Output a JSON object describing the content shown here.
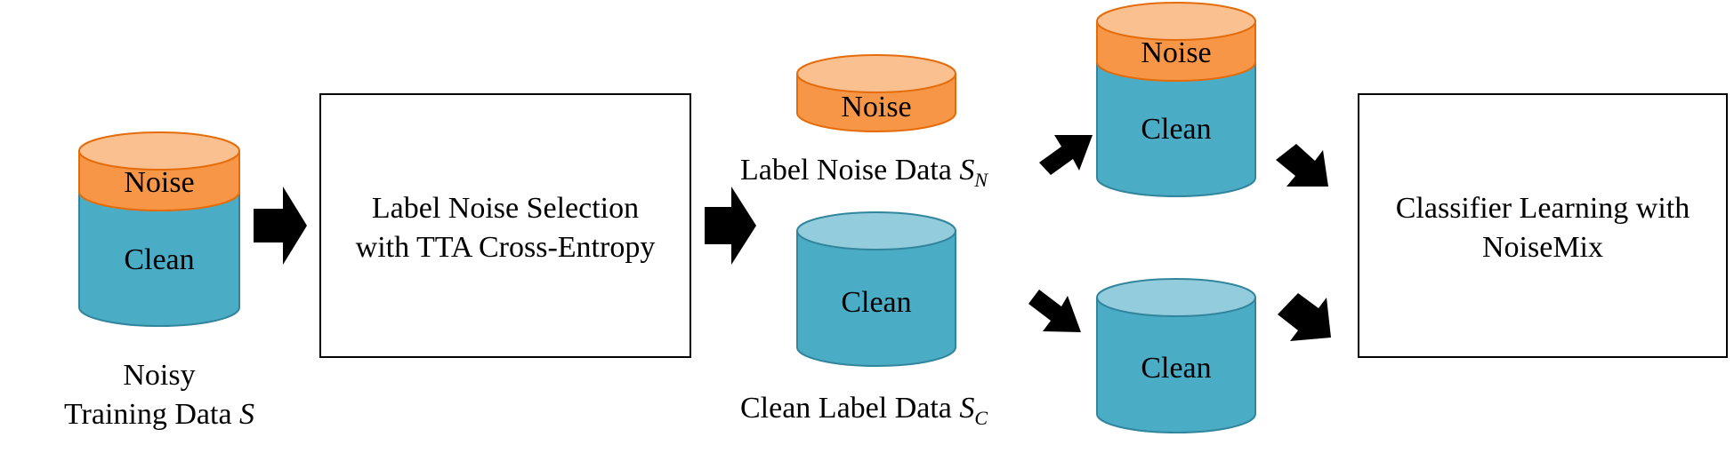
{
  "colors": {
    "noise_fill": "#F79646",
    "noise_top": "#FAC090",
    "noise_stroke": "#E46C0A",
    "clean_fill": "#4BACC6",
    "clean_top": "#93CDDD",
    "clean_stroke": "#31859C",
    "arrow": "#000000",
    "box_stroke": "#000000"
  },
  "cylinder_labels": {
    "noise": "Noise",
    "clean": "Clean"
  },
  "left": {
    "caption_line1": "Noisy",
    "caption_line2_prefix": "Training Data ",
    "caption_line2_symbol": "S"
  },
  "selection_box": {
    "line1": "Label Noise Selection",
    "line2": "with TTA Cross-Entropy"
  },
  "noise_data": {
    "caption_prefix": "Label Noise Data ",
    "symbol": "S",
    "subscript": "N"
  },
  "clean_data": {
    "caption_prefix": "Clean Label Data ",
    "symbol": "S",
    "subscript": "C"
  },
  "classifier_box": {
    "line1": "Classifier Learning with",
    "line2": "NoiseMix"
  }
}
